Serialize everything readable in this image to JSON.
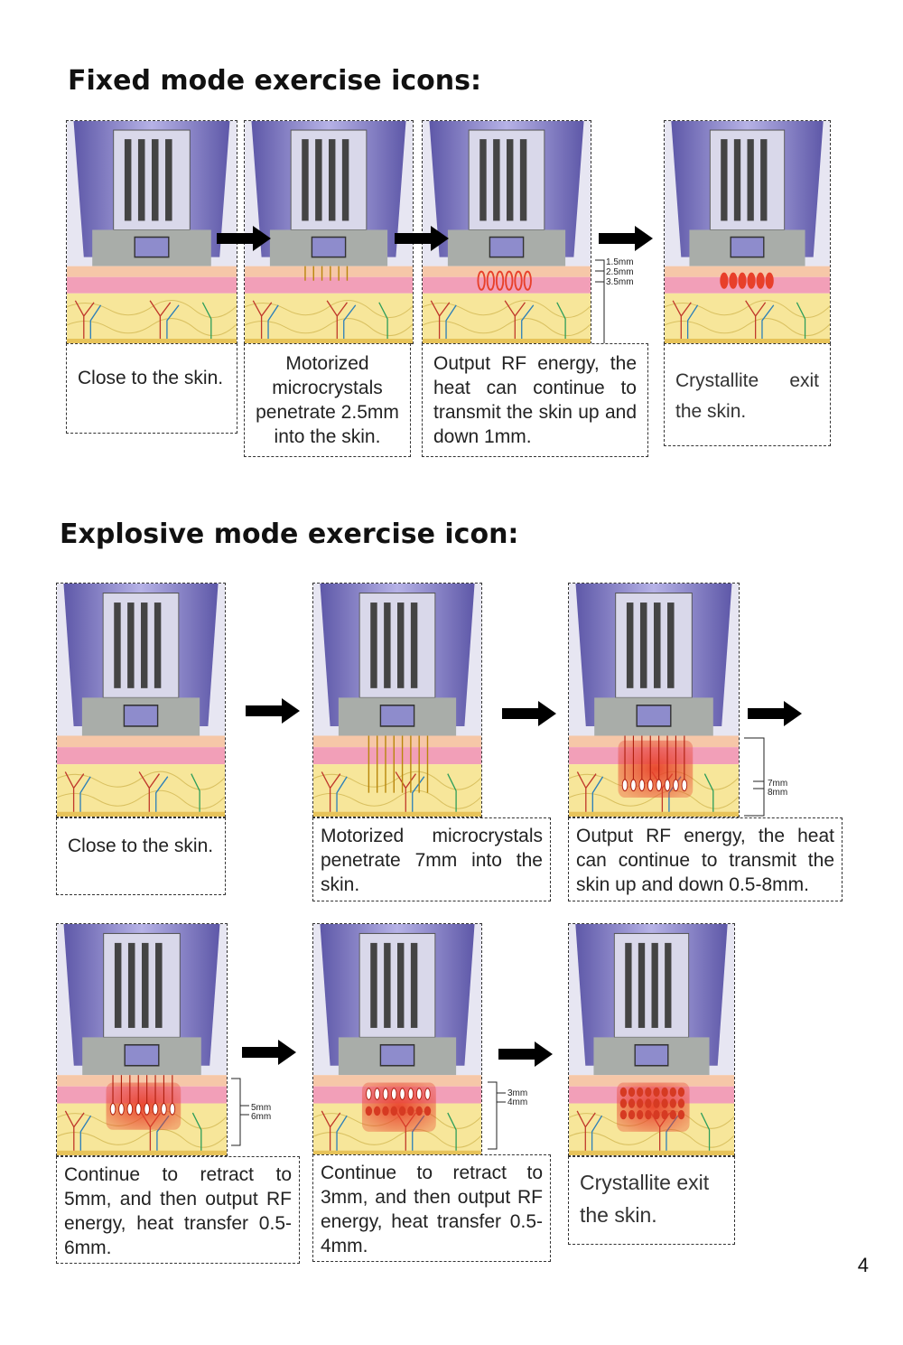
{
  "fixed_heading": "Fixed mode exercise icons:",
  "explosive_heading": "Explosive mode exercise icon:",
  "fixed": {
    "captions": [
      "Close to the skin.",
      "Motorized microcrystals penetrate 2.5mm into the skin.",
      "Output RF energy, the heat can continue to transmit the skin up and down 1mm.",
      "Crystallite exit the skin."
    ],
    "depth_labels": [
      "1.5mm",
      "2.5mm",
      "3.5mm"
    ]
  },
  "explosive": {
    "captions": [
      "Close to the skin.",
      "Motorized microcrystals penetrate 7mm into the skin.",
      "Output RF energy, the heat can continue to transmit the skin up and down 0.5-8mm.",
      "Continue to retract to 5mm, and then output RF energy, heat transfer 0.5-6mm.",
      "Continue to retract to 3mm, and then output RF energy, heat transfer 0.5-4mm.",
      "Crystallite exit the skin."
    ],
    "depth_labels_1": [
      "7mm",
      "8mm"
    ],
    "depth_labels_2": [
      "5mm",
      "6mm"
    ],
    "depth_labels_3": [
      "3mm",
      "4mm"
    ]
  },
  "page_number": "4",
  "colors": {
    "device_purple": "#8a86c8",
    "device_gray": "#a9ada9",
    "skin_pink": "#f2a8b8",
    "fat_yellow": "#f7e69a",
    "heat_red": "#e8402a"
  }
}
